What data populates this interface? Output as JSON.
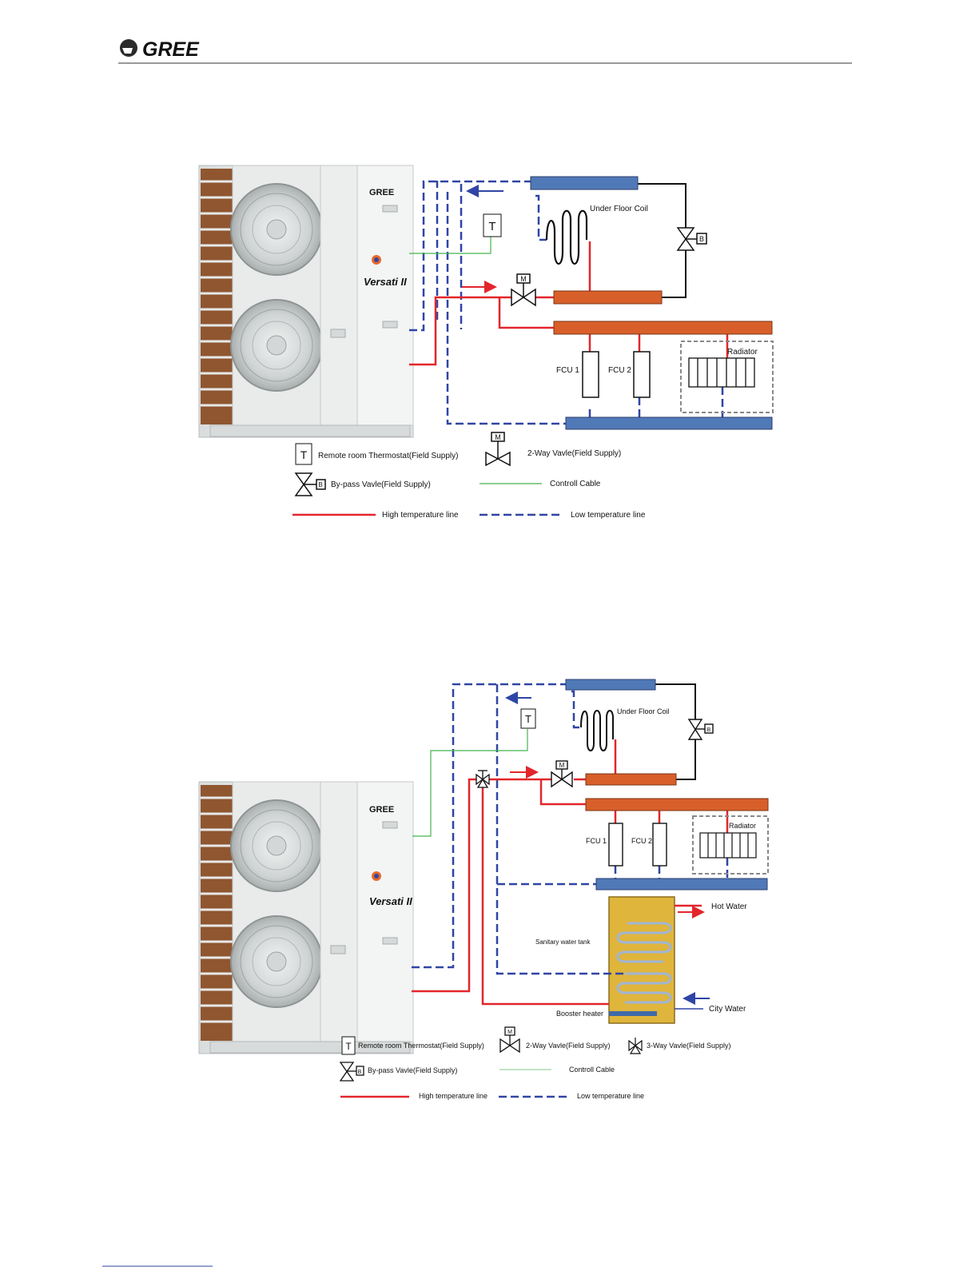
{
  "header": {
    "brand": "GREE"
  },
  "unit_brand": "GREE",
  "unit_model": "Versati II",
  "colors": {
    "high_temp": "#e2262b",
    "low_temp": "#2f45a5",
    "control": "#44b54e",
    "manifold_hot": "#d85f2a",
    "manifold_cold": "#5079b8",
    "tank": "#e0b53c"
  },
  "diagram1": {
    "under_floor_coil": "Under Floor Coil",
    "thermostat_symbol": "T",
    "valve_m": "M",
    "valve_b": "B",
    "fcu1": "FCU 1",
    "fcu2": "FCU 2",
    "radiator": "Radiator",
    "legend": {
      "thermostat": "Remote room Thermostat(Field Supply)",
      "two_way": "2-Way Vavle(Field Supply)",
      "bypass": "By-pass Vavle(Field Supply)",
      "control_cable": "Controll Cable",
      "high_line": "High temperature line",
      "low_line": "Low temperature line"
    }
  },
  "diagram2": {
    "under_floor_coil": "Under Floor Coil",
    "thermostat_symbol": "T",
    "valve_m": "M",
    "valve_b": "B",
    "fcu1": "FCU 1",
    "fcu2": "FCU 2",
    "radiator": "Radiator",
    "hot_water": "Hot  Water",
    "city_water": "City  Water",
    "tank": "Sanitary water tank",
    "booster": "Booster heater",
    "legend": {
      "thermostat": "Remote room Thermostat(Field Supply)",
      "two_way": "2-Way Vavle(Field Supply)",
      "three_way": "3-Way Vavle(Field Supply)",
      "bypass": "By-pass Vavle(Field Supply)",
      "control_cable": "Controll Cable",
      "high_line": "High temperature line",
      "low_line": "Low temperature line"
    }
  }
}
